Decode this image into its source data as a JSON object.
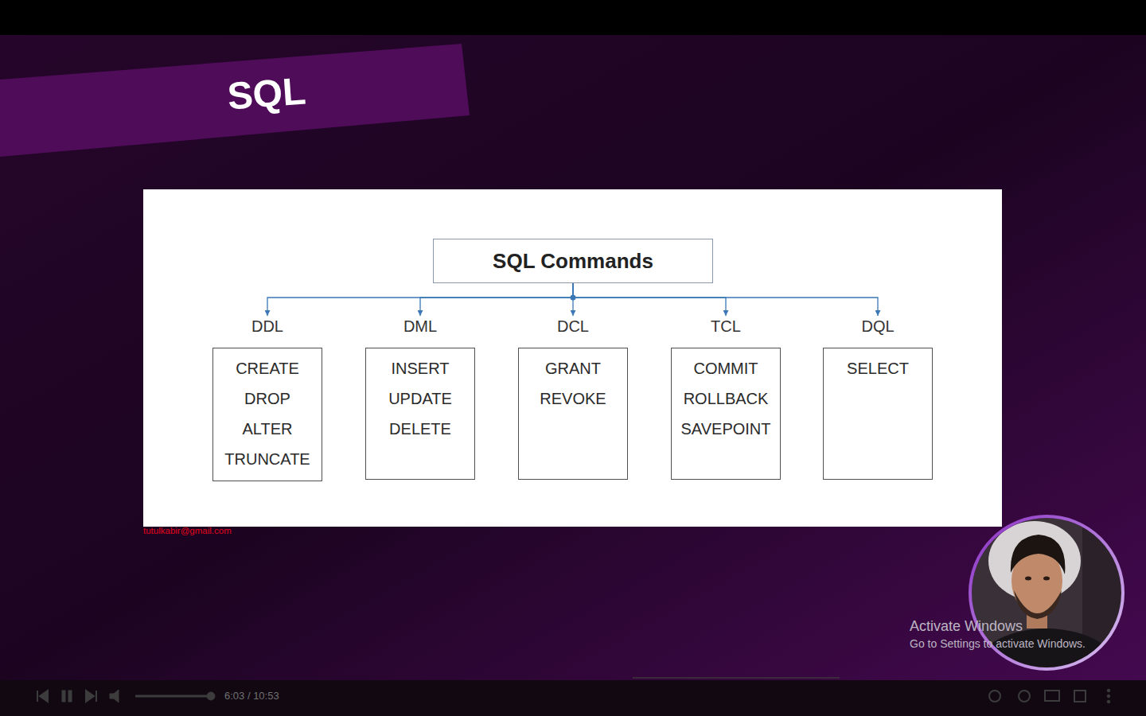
{
  "diagram": {
    "nodes": [
      {
        "text": [
          "SQL"
        ]
      },
      {
        "text": [
          "SQL Commands"
        ]
      },
      {
        "text": [
          "DDL",
          "CREATE",
          "DROP",
          "ALTER",
          "TRUNCATE"
        ]
      },
      {
        "text": [
          "DML",
          "INSERT",
          "UPDATE",
          "DELETE"
        ]
      },
      {
        "text": [
          "DCL",
          "GRANT",
          "REVOKE"
        ]
      },
      {
        "text": [
          "TCL",
          "COMMIT",
          "ROLLBACK",
          "SAVEPOINT"
        ]
      },
      {
        "text": [
          "DQL",
          "SELECT"
        ]
      }
    ],
    "edges": [
      {
        "from": 1,
        "to": 2,
        "arrow": "to"
      },
      {
        "from": 1,
        "to": 3,
        "arrow": "to"
      },
      {
        "from": 1,
        "to": 4,
        "arrow": "to"
      },
      {
        "from": 1,
        "to": 5,
        "arrow": "to"
      },
      {
        "from": 1,
        "to": 6,
        "arrow": "to"
      }
    ],
    "labels": [
      "tutulkabir@gmail.com",
      "Activate Windows",
      "Go to Settings to activate Windows.",
      "6:03 / 10:53"
    ]
  }
}
